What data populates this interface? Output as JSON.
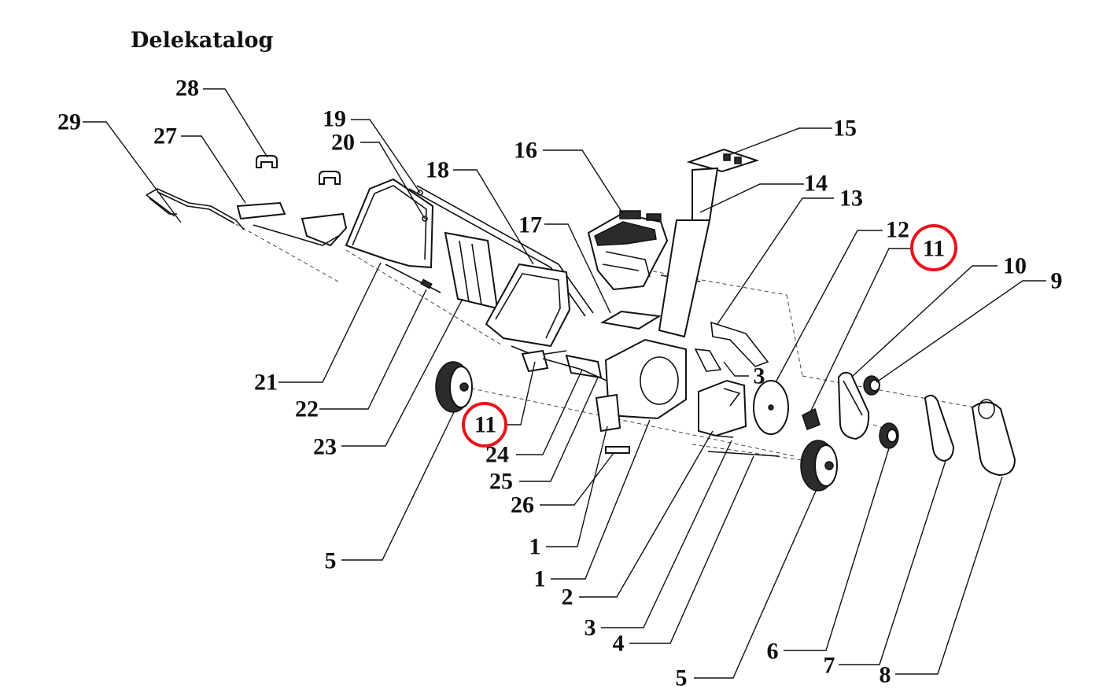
{
  "title": "Delekatalog",
  "highlight_color": "#e8141c",
  "callouts": [
    {
      "id": "c29",
      "label": "29"
    },
    {
      "id": "c28",
      "label": "28"
    },
    {
      "id": "c27",
      "label": "27"
    },
    {
      "id": "c19",
      "label": "19"
    },
    {
      "id": "c20",
      "label": "20"
    },
    {
      "id": "c18",
      "label": "18"
    },
    {
      "id": "c16",
      "label": "16"
    },
    {
      "id": "c15",
      "label": "15"
    },
    {
      "id": "c14",
      "label": "14"
    },
    {
      "id": "c13",
      "label": "13"
    },
    {
      "id": "c17",
      "label": "17"
    },
    {
      "id": "c12",
      "label": "12"
    },
    {
      "id": "c11a",
      "label": "11"
    },
    {
      "id": "c10",
      "label": "10"
    },
    {
      "id": "c9",
      "label": "9"
    },
    {
      "id": "c21",
      "label": "21"
    },
    {
      "id": "c3a",
      "label": "3"
    },
    {
      "id": "c22",
      "label": "22"
    },
    {
      "id": "c11b",
      "label": "11"
    },
    {
      "id": "c23",
      "label": "23"
    },
    {
      "id": "c24",
      "label": "24"
    },
    {
      "id": "c25",
      "label": "25"
    },
    {
      "id": "c26",
      "label": "26"
    },
    {
      "id": "c1a",
      "label": "1"
    },
    {
      "id": "c5a",
      "label": "5"
    },
    {
      "id": "c1b",
      "label": "1"
    },
    {
      "id": "c2",
      "label": "2"
    },
    {
      "id": "c3b",
      "label": "3"
    },
    {
      "id": "c4",
      "label": "4"
    },
    {
      "id": "c6",
      "label": "6"
    },
    {
      "id": "c7",
      "label": "7"
    },
    {
      "id": "c8",
      "label": "8"
    },
    {
      "id": "c5b",
      "label": "5"
    }
  ],
  "highlighted_callouts": [
    "c11a",
    "c11b"
  ]
}
